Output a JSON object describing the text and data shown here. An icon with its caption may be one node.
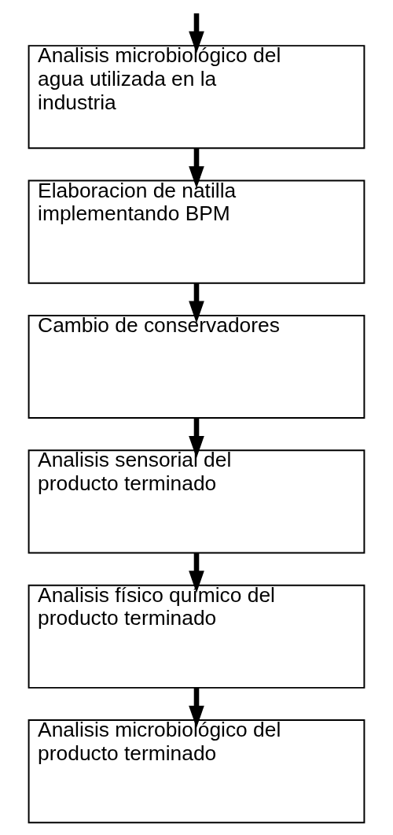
{
  "diagram": {
    "nodes": [
      {
        "text": [
          "Analisis microbiológico del agua utilizada en la industria"
        ]
      },
      {
        "text": [
          "Elaboracion de natilla implementando BPM"
        ]
      },
      {
        "text": [
          "Cambio de conservadores"
        ]
      },
      {
        "text": [
          "Analisis sensorial del producto terminado"
        ]
      },
      {
        "text": [
          "Analisis físico químico del producto terminado"
        ]
      },
      {
        "text": [
          "Analisis microbiológico del producto terminado"
        ]
      }
    ],
    "edges": [
      {
        "from": null,
        "to": 0,
        "arrow": "to"
      },
      {
        "from": 0,
        "to": 1,
        "arrow": "to"
      },
      {
        "from": 1,
        "to": 2,
        "arrow": "to"
      },
      {
        "from": 2,
        "to": 3,
        "arrow": "to"
      },
      {
        "from": 3,
        "to": 4,
        "arrow": "to"
      },
      {
        "from": 4,
        "to": 5,
        "arrow": "to"
      }
    ]
  }
}
